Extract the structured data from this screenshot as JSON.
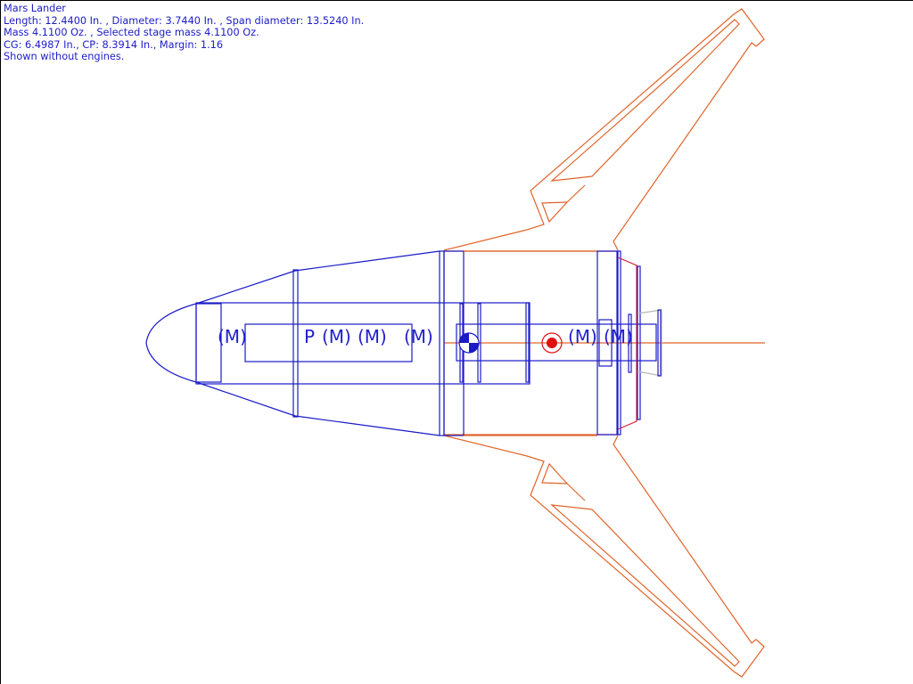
{
  "info": {
    "title": "Mars Lander",
    "dimensions": "Length: 12.4400 In. , Diameter: 3.7440 In. , Span diameter: 13.5240 In.",
    "mass": "Mass 4.1100 Oz. , Selected stage mass 4.1100 Oz.",
    "stability": "CG: 6.4987 In., CP: 8.3914 In., Margin: 1.16",
    "note": "Shown without engines."
  },
  "labels": {
    "mass_marker": "(M)",
    "parachute_marker": "P"
  },
  "colors": {
    "body": "#1a1ac8",
    "fins": "#e0642a",
    "boattail": "#d0203a",
    "nozzle": "#b8b8b8",
    "cp": "#e01010"
  },
  "markers": {
    "cg_in": 6.4987,
    "cp_in": 8.3914
  }
}
